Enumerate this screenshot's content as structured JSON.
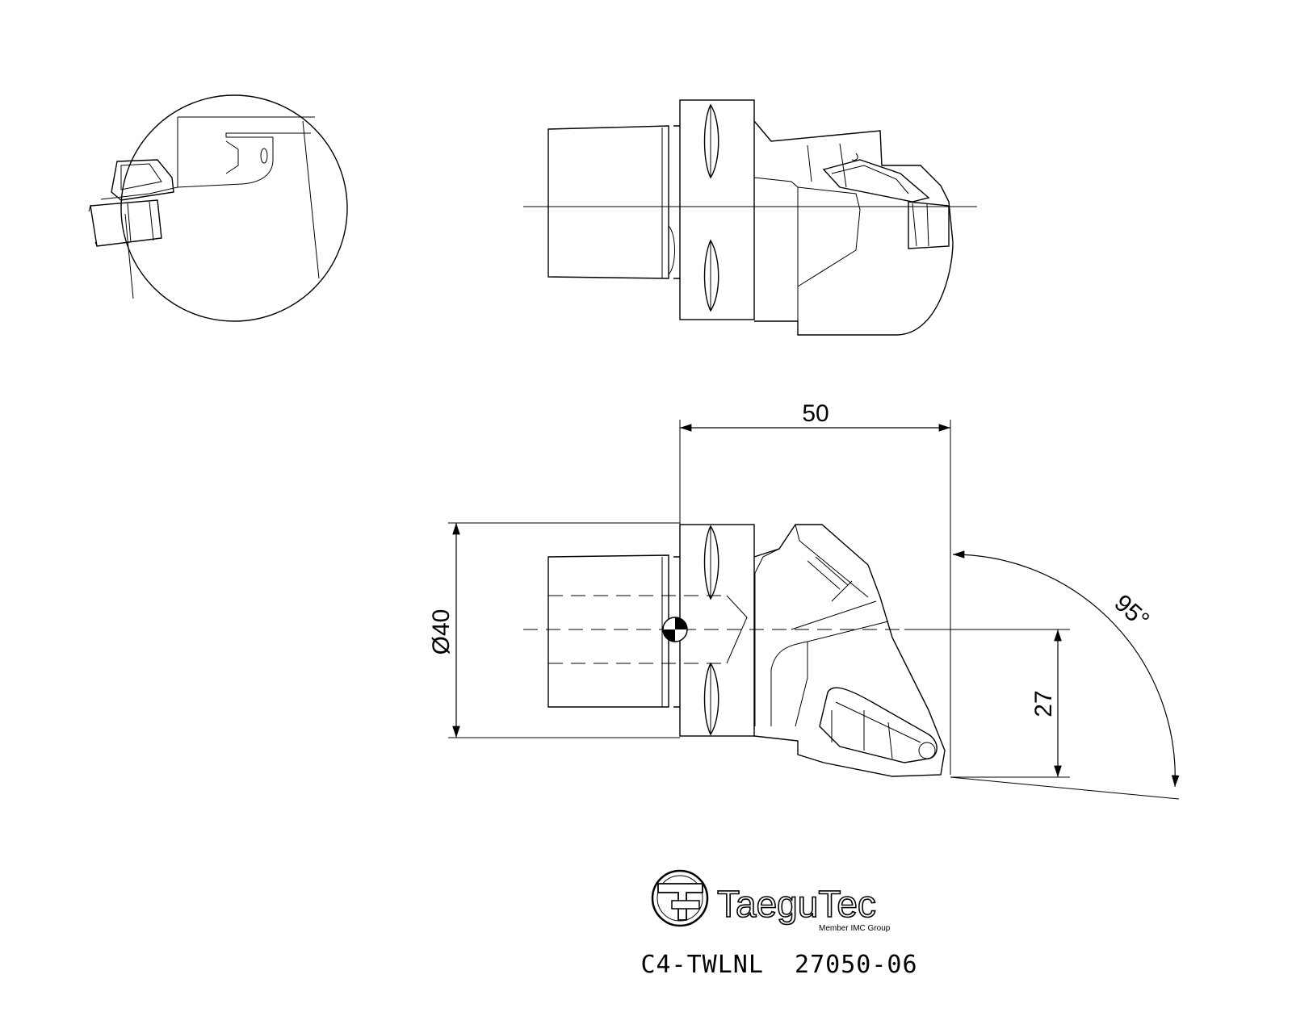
{
  "dimensions": {
    "length": "50",
    "diameter": "Ø40",
    "height": "27",
    "angle": "95°"
  },
  "brand": {
    "name": "TaeguTec",
    "tagline": "Member IMC Group"
  },
  "part_code": "C4-TWLNL  27050-06",
  "icons": {
    "logo": "taegutec-logo-icon",
    "center_mark": "center-of-gravity-icon"
  }
}
